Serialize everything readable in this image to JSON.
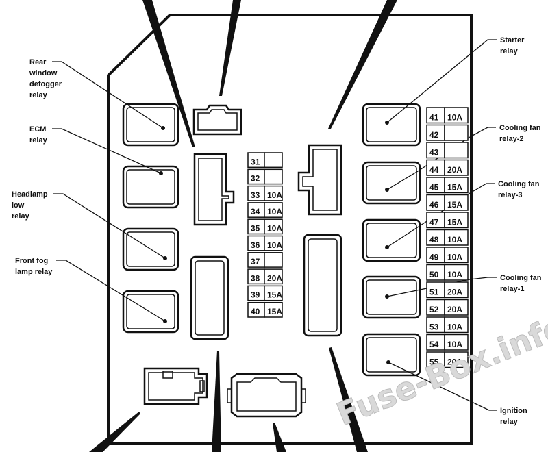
{
  "labels": {
    "rear_defogger": [
      "Rear",
      "window",
      "defogger",
      "relay"
    ],
    "ecm": [
      "ECM",
      "relay"
    ],
    "headlamp_low": [
      "Headlamp",
      "low",
      "relay"
    ],
    "front_fog": [
      "Front fog",
      "lamp relay"
    ],
    "starter": [
      "Starter",
      "relay"
    ],
    "cooling_fan_2": [
      "Cooling fan",
      "relay-2"
    ],
    "cooling_fan_3": [
      "Cooling fan",
      "relay-3"
    ],
    "cooling_fan_1": [
      "Cooling fan",
      "relay-1"
    ],
    "ignition": [
      "Ignition",
      "relay"
    ]
  },
  "center_fuses": [
    {
      "num": "31",
      "amp": ""
    },
    {
      "num": "32",
      "amp": ""
    },
    {
      "num": "33",
      "amp": "10A"
    },
    {
      "num": "34",
      "amp": "10A"
    },
    {
      "num": "35",
      "amp": "10A"
    },
    {
      "num": "36",
      "amp": "10A"
    },
    {
      "num": "37",
      "amp": ""
    },
    {
      "num": "38",
      "amp": "20A"
    },
    {
      "num": "39",
      "amp": "15A"
    },
    {
      "num": "40",
      "amp": "15A"
    }
  ],
  "right_fuses": [
    {
      "num": "41",
      "amp": "10A"
    },
    {
      "num": "42",
      "amp": ""
    },
    {
      "num": "43",
      "amp": ""
    },
    {
      "num": "44",
      "amp": "20A"
    },
    {
      "num": "45",
      "amp": "15A"
    },
    {
      "num": "46",
      "amp": "15A"
    },
    {
      "num": "47",
      "amp": "15A"
    },
    {
      "num": "48",
      "amp": "10A"
    },
    {
      "num": "49",
      "amp": "10A"
    },
    {
      "num": "50",
      "amp": "10A"
    },
    {
      "num": "51",
      "amp": "20A"
    },
    {
      "num": "52",
      "amp": "20A"
    },
    {
      "num": "53",
      "amp": "10A"
    },
    {
      "num": "54",
      "amp": "10A"
    },
    {
      "num": "55",
      "amp": "20A"
    }
  ],
  "watermark": "Fuse-Box.info",
  "colors": {
    "line": "#111111",
    "watermark": "#d9d9d9"
  }
}
